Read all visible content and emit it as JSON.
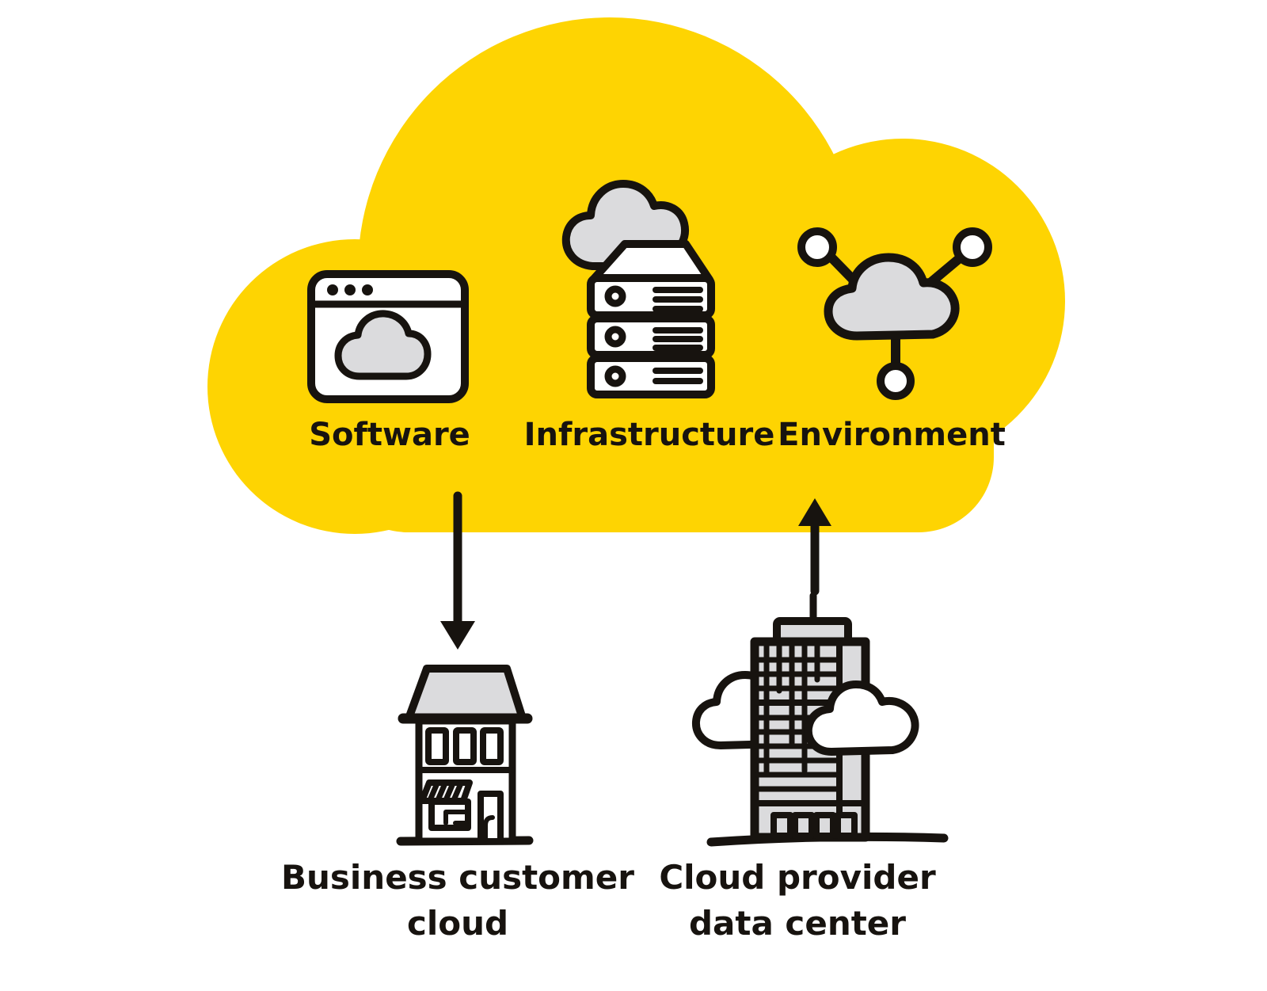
{
  "colors": {
    "yellow": "#FED402",
    "gray": "#DBDBDD",
    "ink": "#17130F",
    "white": "#FFFFFF"
  },
  "provider_cloud": {
    "items": [
      {
        "label": "Software",
        "icon": "browser-window-cloud-icon"
      },
      {
        "label": "Infrastructure",
        "icon": "server-stack-cloud-icon"
      },
      {
        "label": "Environment",
        "icon": "connected-cloud-network-icon"
      }
    ]
  },
  "arrows": [
    {
      "direction": "down",
      "from": "Software",
      "to": "Business customer cloud"
    },
    {
      "direction": "up",
      "from": "Cloud provider data center",
      "to": "Environment"
    }
  ],
  "ground_labels": {
    "business": {
      "line1": "Business customer",
      "line2": "cloud",
      "icon": "storefront-building-icon"
    },
    "provider": {
      "line1": "Cloud provider",
      "line2": "data center",
      "icon": "office-tower-building-icon"
    }
  }
}
